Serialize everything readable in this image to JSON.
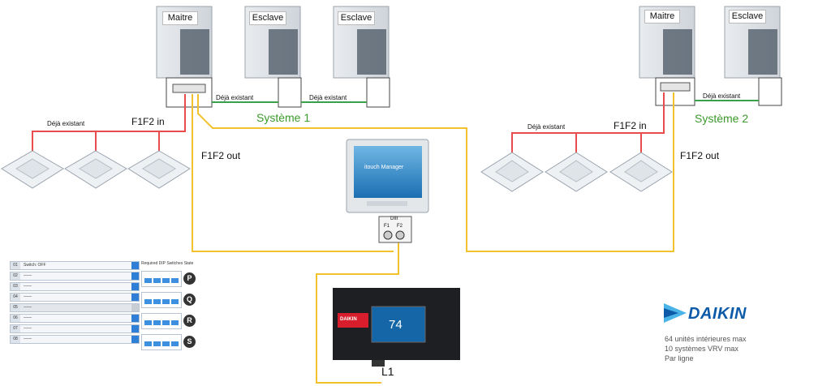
{
  "units": {
    "left_group": [
      "Maitre",
      "Esclave",
      "Esclave"
    ],
    "right_group": [
      "Maitre",
      "Esclave"
    ]
  },
  "labels": {
    "deja_existant": "Déjà existant",
    "f1f2_in": "F1F2 in",
    "f1f2_out": "F1F2 out",
    "systeme_1": "Système 1",
    "systeme_2": "Système 2",
    "l1": "L1",
    "dlll": "DIII",
    "f1": "F1",
    "f2": "F2"
  },
  "controller": {
    "screen_title": "itouch Manager",
    "touch_value": "74"
  },
  "adapter": {
    "brand_tag": "DAIKIN"
  },
  "config_panel": {
    "rows": [
      {
        "num": "01",
        "text": "Switch: OFF"
      },
      {
        "num": "02",
        "text": "——"
      },
      {
        "num": "03",
        "text": "——"
      },
      {
        "num": "04",
        "text": "——"
      },
      {
        "num": "05",
        "text": "——"
      },
      {
        "num": "06",
        "text": "——"
      },
      {
        "num": "07",
        "text": "——"
      },
      {
        "num": "08",
        "text": "——"
      }
    ],
    "dip_header": "Required DIP Switches State",
    "switch_badges": [
      "P",
      "Q",
      "R",
      "S"
    ]
  },
  "brand": {
    "name": "DAIKIN",
    "logo_color": "#0d5aa8"
  },
  "info_lines": [
    "64 unités intérieures max",
    "10 systèmes VRV max",
    "Par ligne"
  ],
  "colors": {
    "existing_line": "#e84c4c",
    "bus_line": "#f2c12e",
    "system_line": "#3aa04a"
  }
}
